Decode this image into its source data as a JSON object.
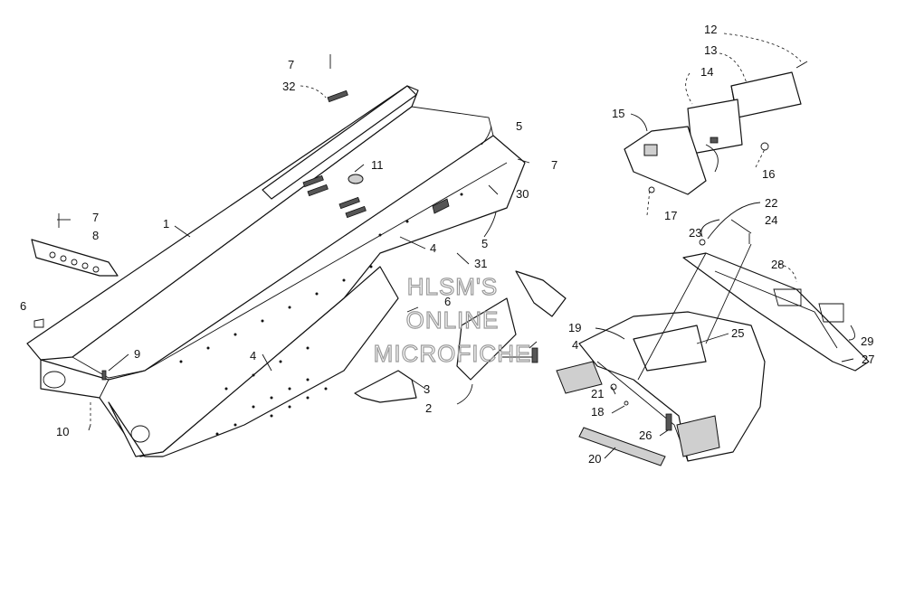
{
  "watermark": {
    "line1": "HLSM'S",
    "line2": "ONLINE",
    "line3": "MICROFICHE"
  },
  "callouts": {
    "c1": "1",
    "c2": "2",
    "c3": "3",
    "c4a": "4",
    "c4b": "4",
    "c4c": "4",
    "c5a": "5",
    "c5b": "5",
    "c6a": "6",
    "c6b": "6",
    "c7a": "7",
    "c7b": "7",
    "c7c": "7",
    "c8": "8",
    "c9": "9",
    "c10": "10",
    "c11": "11",
    "c12": "12",
    "c13": "13",
    "c14": "14",
    "c15": "15",
    "c16": "16",
    "c17": "17",
    "c18": "18",
    "c19": "19",
    "c20": "20",
    "c21": "21",
    "c22": "22",
    "c23": "23",
    "c24": "24",
    "c25": "25",
    "c26": "26",
    "c27": "27",
    "c28": "28",
    "c29": "29",
    "c30": "30",
    "c31": "31",
    "c32": "32"
  }
}
